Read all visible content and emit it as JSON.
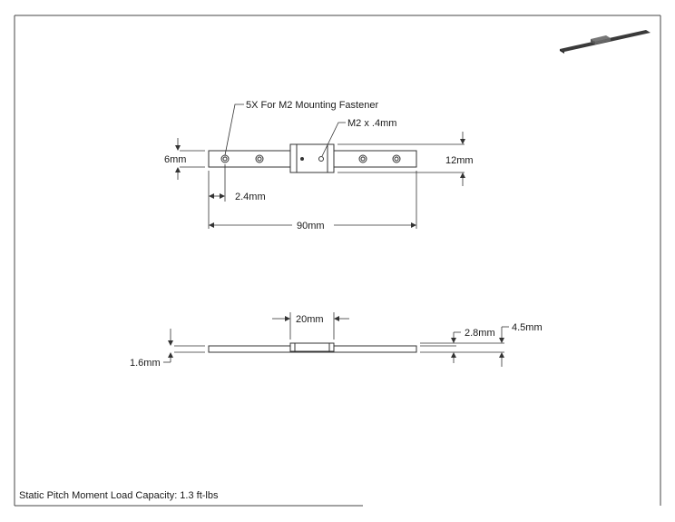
{
  "labels": {
    "mounting_fastener": "5X For M2 Mounting Fastener",
    "thread": "M2 x .4mm",
    "rail_width": "6mm",
    "carriage_height_top": "12mm",
    "hole_offset": "2.4mm",
    "rail_length": "90mm",
    "carriage_length": "20mm",
    "carriage_gap": "2.8mm",
    "total_height": "4.5mm",
    "rail_height": "1.6mm"
  },
  "footer": {
    "spec": "Static Pitch Moment Load Capacity: 1.3 ft-lbs"
  }
}
